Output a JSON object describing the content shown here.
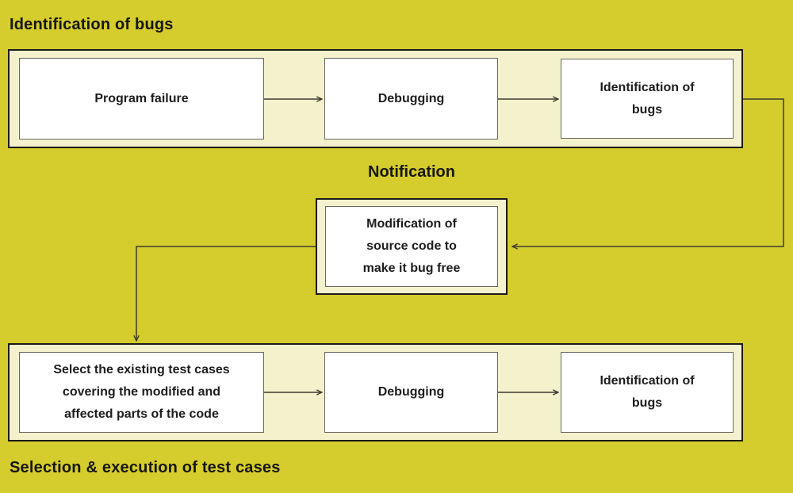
{
  "colors": {
    "background": "#d5cc2d",
    "band_fill": "#f4f1cd",
    "band_border": "#1a1a1a",
    "node_fill": "#ffffff",
    "node_border": "#68685e",
    "arrow": "#3c3c2e",
    "heading_text": "#161616",
    "node_text": "#1d1d1d"
  },
  "headings": {
    "top": "Identification of bugs",
    "middle": "Notification",
    "bottom": "Selection & execution of test cases"
  },
  "top_row": {
    "box1": "Program failure",
    "box2": "Debugging",
    "box3_lines": [
      "Identification of",
      "bugs"
    ]
  },
  "middle_box": {
    "lines": [
      "Modification of",
      "source code to",
      "make it bug free"
    ]
  },
  "bottom_row": {
    "box1_lines": [
      "Select the existing test cases",
      "covering the modified and",
      "affected parts of the code"
    ],
    "box2": "Debugging",
    "box3_lines": [
      "Identification of",
      "bugs"
    ]
  }
}
